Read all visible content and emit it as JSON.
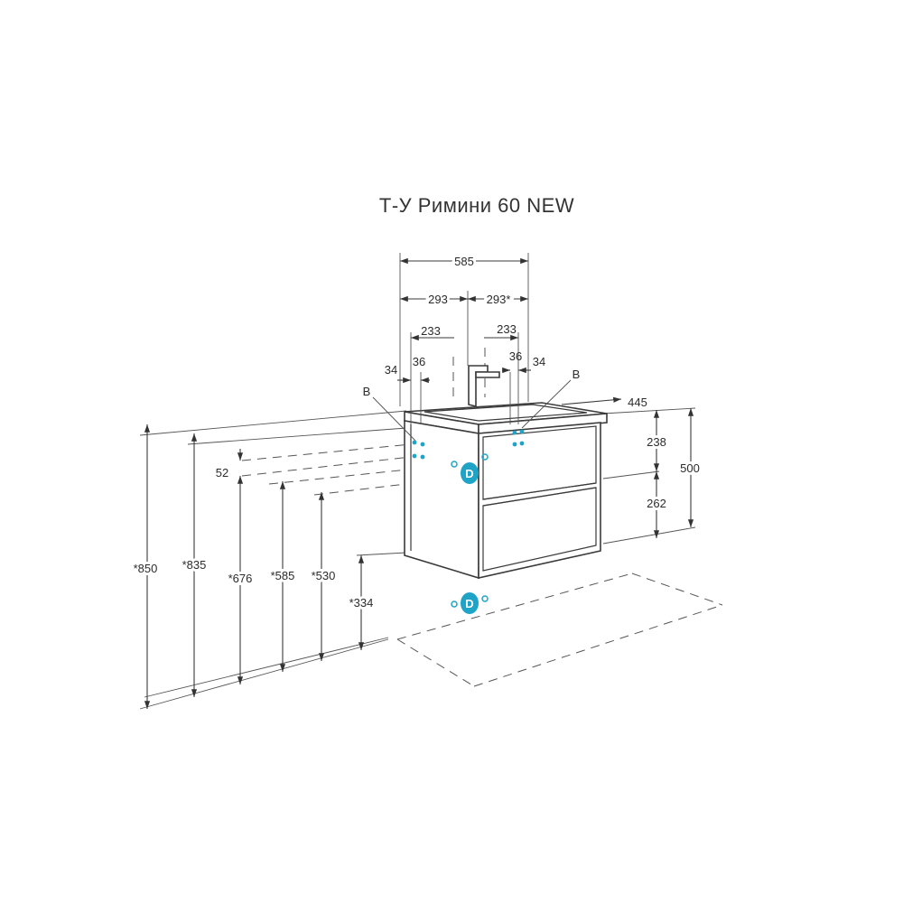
{
  "title": "Т-У Римини 60 NEW",
  "dimensions": {
    "total_width": "585",
    "half_left": "293",
    "half_right": "293*",
    "offset_left": "233",
    "offset_right": "233",
    "gap_left_outer": "34",
    "gap_left_inner": "36",
    "gap_right_inner": "36",
    "gap_right_outer": "34",
    "depth": "445",
    "top_section": "238",
    "bottom_section": "262",
    "height": "500",
    "drop": "52",
    "h850": "*850",
    "h835": "*835",
    "h676": "*676",
    "h585": "*585",
    "h530": "*530",
    "h334": "*334"
  },
  "labels": {
    "port_b_left": "B",
    "port_b_right": "B",
    "port_d_wall": "D",
    "port_d_floor": "D"
  },
  "colors": {
    "connection": "#1fa4c8"
  }
}
